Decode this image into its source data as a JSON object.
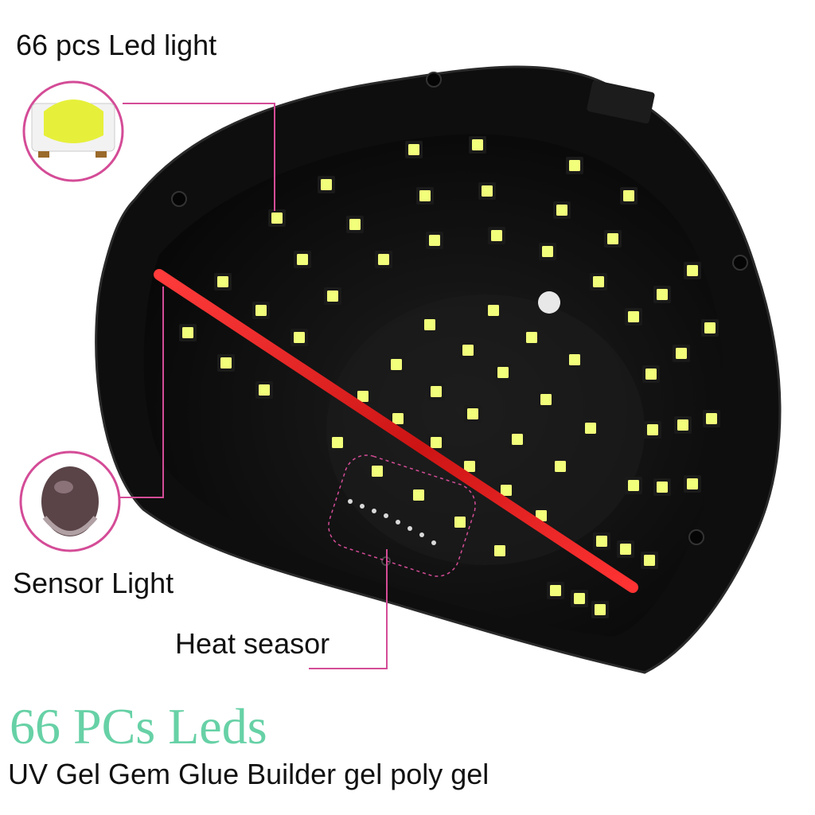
{
  "callouts": {
    "led_light": "66 pcs Led light",
    "sensor_light": "Sensor Light",
    "heat_sensor": "Heat seasor"
  },
  "headline": "66 PCs Leds",
  "subline": "UV Gel Gem Glue Builder gel poly gel",
  "colors": {
    "headline": "#67d1a6",
    "callout_line": "#d44c97",
    "lamp_body": "#121212",
    "led": "#f2ff7a",
    "sensor_beam": "#ff2a2a"
  }
}
